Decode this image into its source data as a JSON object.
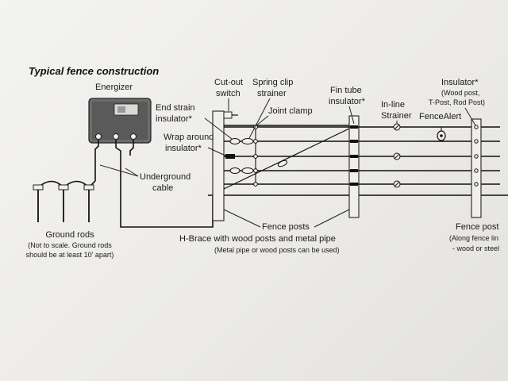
{
  "title": "Typical fence construction",
  "labels": {
    "energizer": "Energizer",
    "cutout_switch": [
      "Cut-out",
      "switch"
    ],
    "spring_clip_strainer": [
      "Spring clip",
      "strainer"
    ],
    "fin_tube_insulator": [
      "Fin tube",
      "insulator*"
    ],
    "insulator_right": [
      "Insulator*",
      "(Wood post,",
      "T-Post, Rod Post)"
    ],
    "end_strain_insulator": [
      "End strain",
      "insulator*"
    ],
    "joint_clamp": "Joint clamp",
    "inline_strainer": [
      "In-line",
      "Strainer"
    ],
    "fencealert": "FenceAlert",
    "wrap_around_insulator": [
      "Wrap around",
      "insulator*"
    ],
    "underground_cable": [
      "Underground",
      "cable"
    ],
    "ground_rods": [
      "Ground rods",
      "(Not to scale. Ground rods",
      "should be at least 10' apart)"
    ],
    "fence_posts": "Fence posts",
    "hbrace": [
      "H-Brace with wood posts and metal pipe",
      "(Metal pipe or wood posts can be used)"
    ],
    "fence_post_right": [
      "Fence post",
      "(Along fence lin",
      "- wood or steel"
    ]
  },
  "colors": {
    "ink": "#111111",
    "paper": "#f0efeb",
    "energizer_face": "#6b6b6b"
  }
}
